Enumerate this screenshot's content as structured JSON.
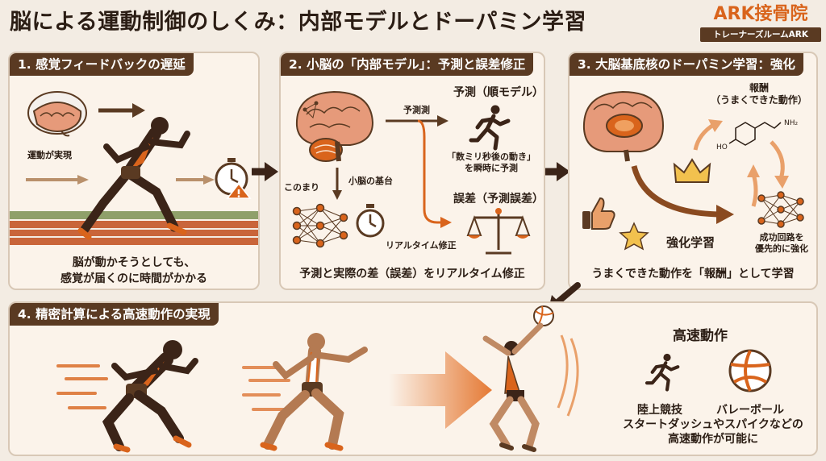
{
  "title": "脳による運動制御のしくみ：内部モデルとドーパミン学習",
  "logo": {
    "name": "ARK接骨院",
    "sub": "トレーナーズルームARK"
  },
  "colors": {
    "brown": "#5a3a22",
    "orange": "#d9641c",
    "light_orange": "#e9a06a",
    "brain": "#e69a7a"
  },
  "panel1": {
    "heading": "1. 感覚フィードバックの遅延",
    "brain_label": "運動が実現",
    "caption_line1": "脳が動かそうとしても、",
    "caption_line2": "感覚が届くのに時間がかかる"
  },
  "panel2": {
    "heading": "2. 小脳の「内部モデル」：予測と誤差修正",
    "predict_arrow_label": "予測測",
    "predict_title": "予測（順モデル）",
    "predict_desc1": "「数ミリ秒後の動き」",
    "predict_desc2": "を瞬時に予測",
    "left_label": "このまり",
    "cerebellum_label": "小脳の基台",
    "realtime_label": "リアルタイム修正",
    "error_title": "誤差（予測誤差）",
    "caption": "予測と実際の差（誤差）をリアルタイム修正"
  },
  "panel3": {
    "heading": "3. 大脳基底核のドーパミン学習：強化",
    "reward_line1": "報酬",
    "reward_line2": "（うまくできた動作）",
    "molecule_ho": "HO",
    "molecule_nh2": "NH₂",
    "learning_label": "強化学習",
    "circuit_line1": "成功回路を",
    "circuit_line2": "優先的に強化",
    "caption": "うまくできた動作を「報酬」として学習"
  },
  "panel4": {
    "heading": "4. 精密計算による高速動作の実現",
    "fast_title": "高速動作",
    "sport1": "陸上競技",
    "sport2": "バレーボール",
    "caption_line1": "スタートダッシュやスパイクなどの",
    "caption_line2": "高速動作が可能に"
  }
}
